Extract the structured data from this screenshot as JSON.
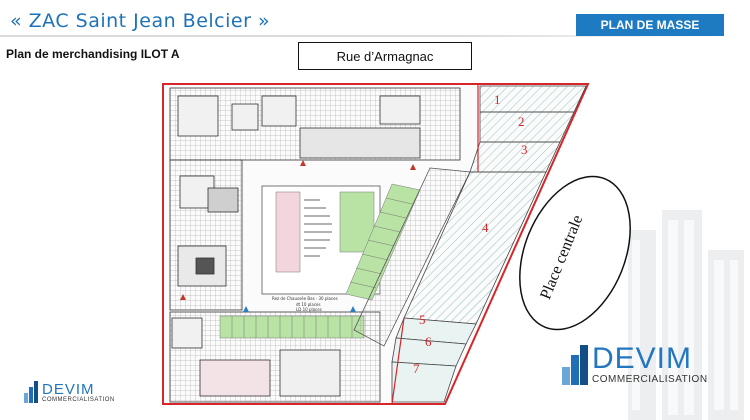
{
  "header": {
    "title": "« ZAC Saint Jean Belcier »",
    "badge": "PLAN DE MASSE",
    "subtitle": "Plan de merchandising ILOT A"
  },
  "street_label": "Rue d’Armagnac",
  "place_label": "Place centrale",
  "lots": [
    "1",
    "2",
    "3",
    "4",
    "5",
    "6",
    "7"
  ],
  "parking_text": {
    "line1": "Rez de Chaussée Bas · 30 places",
    "line2": "dt 10 places",
    "line3": "LD 10 places"
  },
  "logos": {
    "small": {
      "word": "DEVIM",
      "sub": "COMMERCIALISATION"
    },
    "big": {
      "word": "DEVIM",
      "sub": "COMMERCIALISATION"
    }
  },
  "colors": {
    "title_blue": "#1e73b8",
    "badge_bg": "#1f7bc1",
    "outline_red": "#d6262b",
    "parking_green": "#b8e3a5",
    "retail_teal": "#c9e7e3",
    "parking_pink": "#f3d6dd"
  }
}
